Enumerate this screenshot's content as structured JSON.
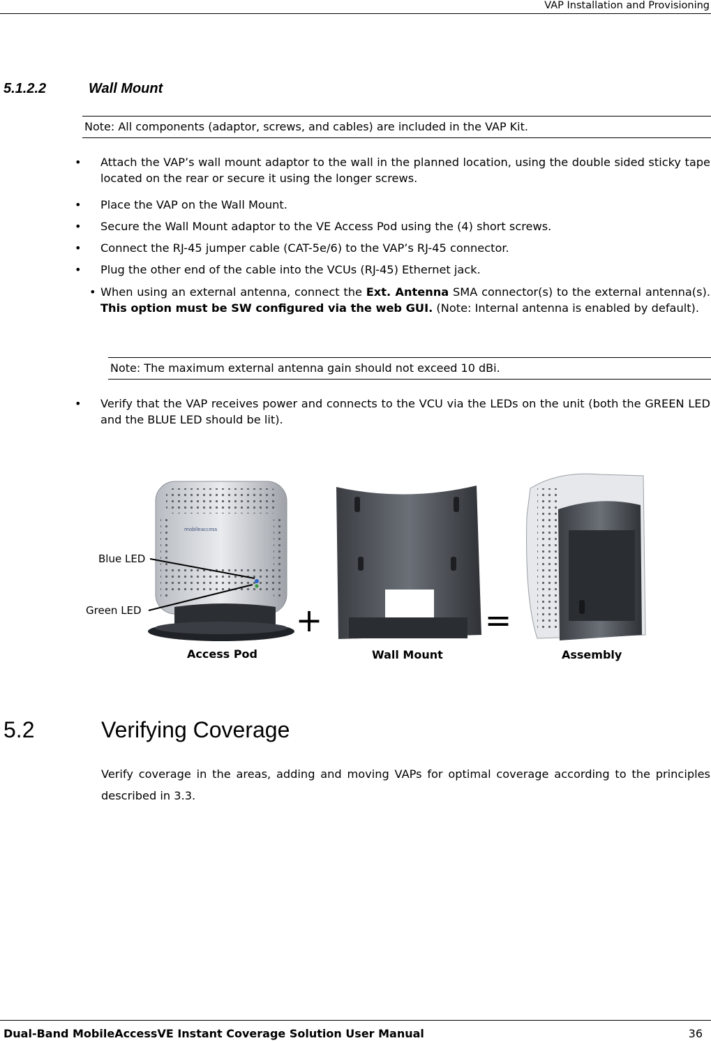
{
  "header": {
    "title": "VAP Installation and Provisioning"
  },
  "section_5_1_2_2": {
    "number": "5.1.2.2",
    "title": "Wall Mount",
    "note1": "Note: All components (adaptor, screws, and cables) are included in the VAP Kit.",
    "bullets": [
      "Attach the VAP’s wall mount adaptor to the wall in the planned location, using the double sided sticky tape located on the rear or secure it using the longer screws.",
      "Place the VAP on the Wall Mount.",
      "Secure the Wall Mount adaptor to the VE Access Pod using the (4) short screws.",
      "Connect the RJ-45 jumper cable (CAT-5e/6) to the VAP’s RJ-45 connector.",
      "Plug the other end of the cable into the VCUs (RJ-45) Ethernet jack."
    ],
    "bullet6": {
      "pre": "When using an external antenna, connect the ",
      "bold1": "Ext. Antenna",
      "mid": " SMA connector(s) to the external antenna(s). ",
      "bold2": "This option must be SW configured via the web GUI.",
      "post": " (Note: Internal antenna is enabled by default)."
    },
    "note2": "Note: The maximum external antenna gain should not exceed 10 dBi.",
    "bullet7": "Verify that the VAP receives power and connects to the VCU via the LEDs on the unit (both the GREEN LED and the BLUE LED should be lit).",
    "bullet_symbol": "•"
  },
  "figure": {
    "blue_led": "Blue LED",
    "green_led": "Green LED",
    "plus": "+",
    "equals": "=",
    "access_pod": "Access Pod",
    "wall_mount": "Wall Mount",
    "assembly": "Assembly",
    "brand": "mobileaccess"
  },
  "section_5_2": {
    "number": "5.2",
    "title": "Verifying Coverage",
    "body": "Verify coverage in the areas, adding and moving VAPs for optimal coverage according to the principles described in 3.3."
  },
  "footer": {
    "title": "Dual-Band MobileAccessVE Instant Coverage Solution User Manual",
    "page": "36"
  }
}
